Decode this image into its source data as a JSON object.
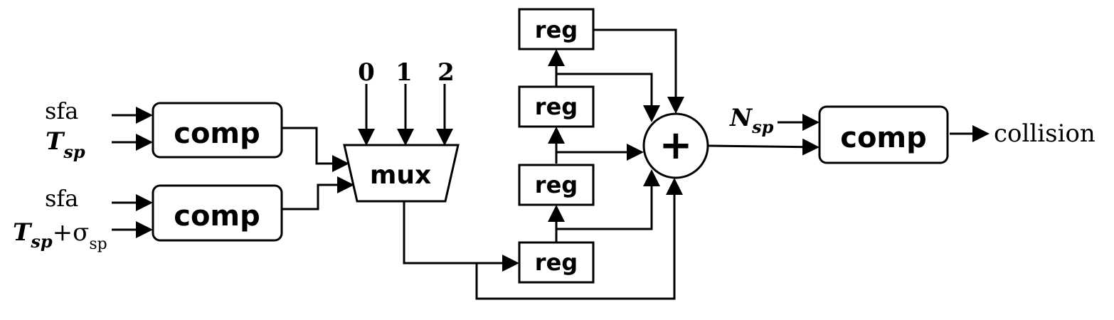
{
  "blocks": {
    "comp": "comp",
    "mux": "mux",
    "reg": "reg",
    "adder": "+"
  },
  "inputs": {
    "sfa": "sfa",
    "t_main": "T",
    "t_sub": "sp",
    "plus": "+",
    "sigma": "σ",
    "sigma_sub": "sp",
    "n_main": "N",
    "n_sub": "sp"
  },
  "mux_constants": [
    "0",
    "1",
    "2"
  ],
  "output": "collision"
}
